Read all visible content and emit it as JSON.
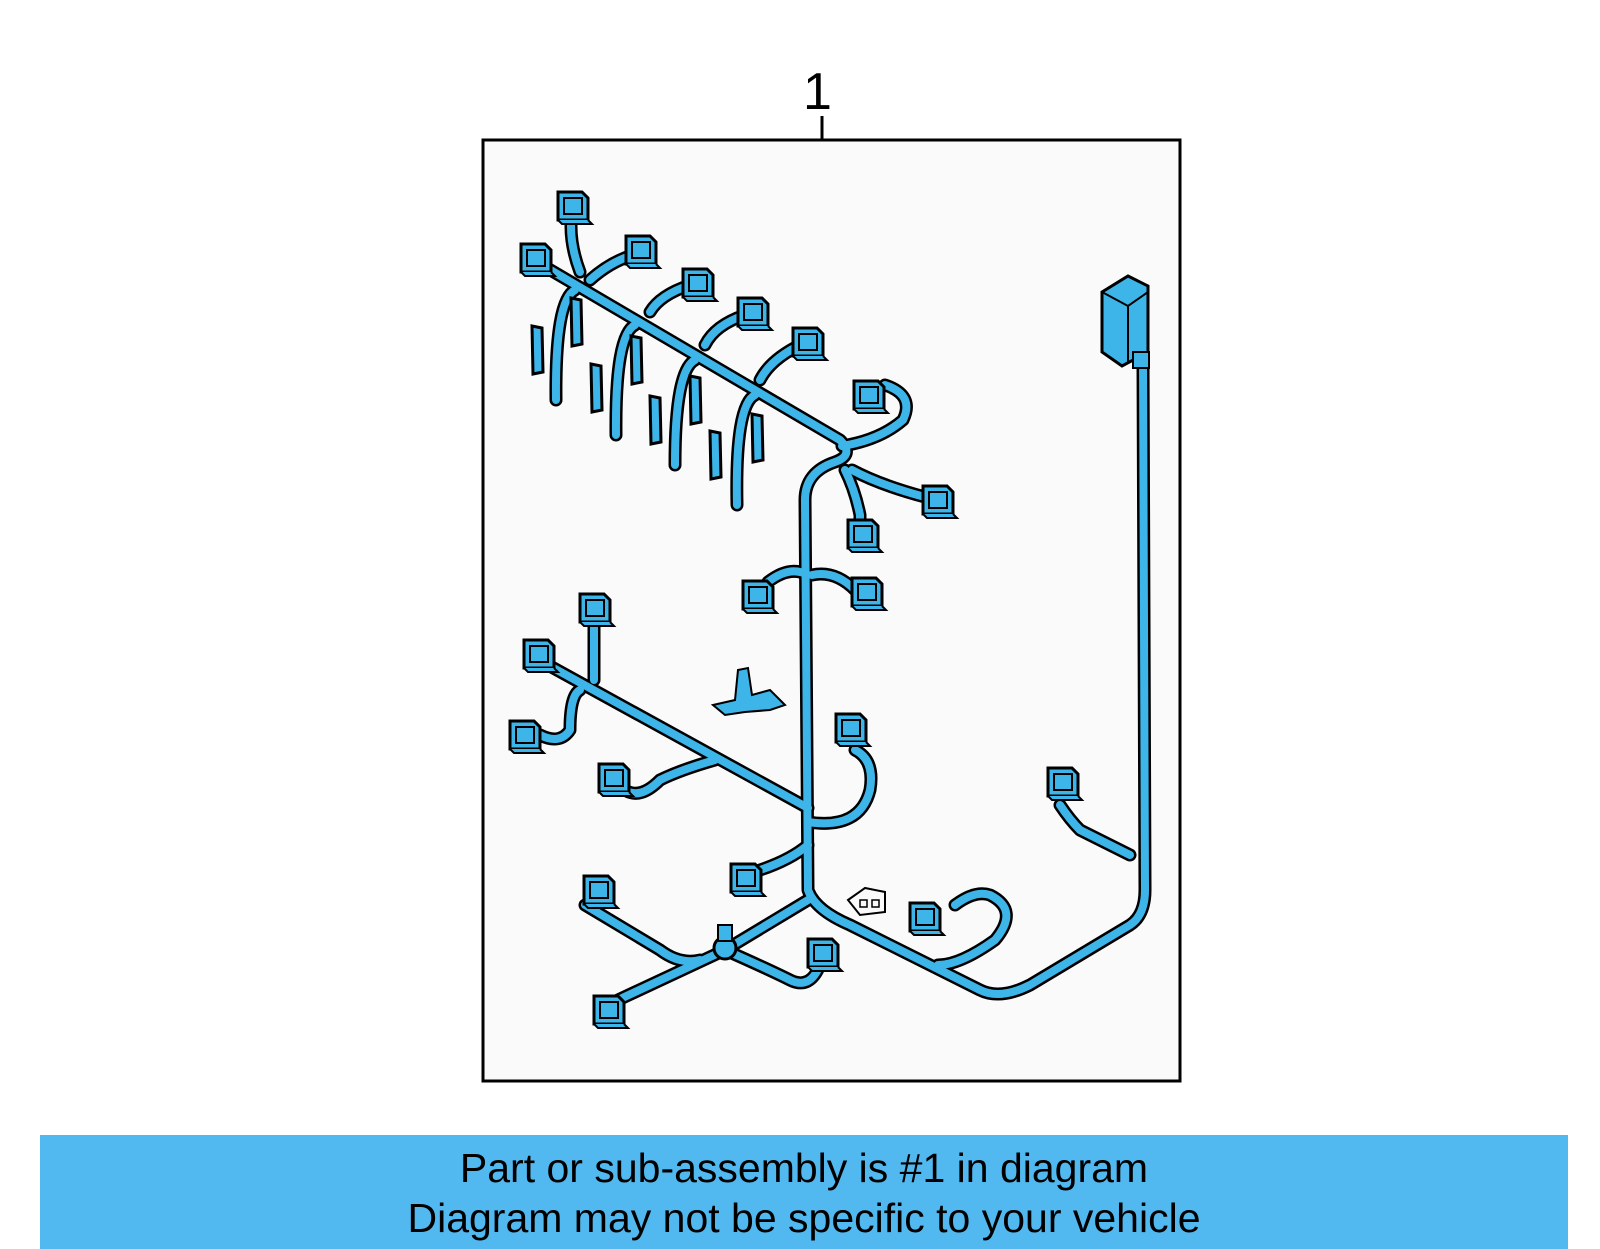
{
  "callout": {
    "number": "1"
  },
  "colors": {
    "harness": "#3db5e8",
    "outline": "#000000",
    "frame_bg": "#fafafa",
    "banner": "#52b9f0"
  },
  "banner": {
    "line1": "Part or sub-assembly is #1 in diagram",
    "line2": "Diagram may not be specific to your vehicle"
  }
}
